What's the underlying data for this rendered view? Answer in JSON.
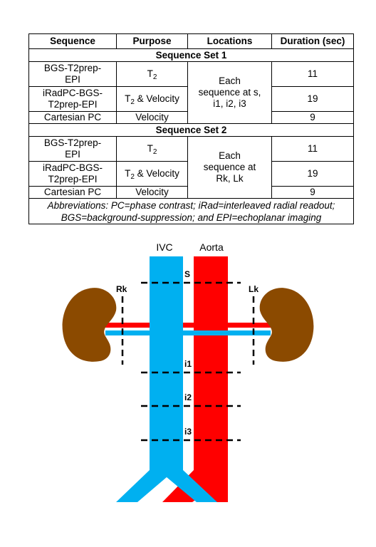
{
  "table": {
    "headers": [
      "Sequence",
      "Purpose",
      "Locations",
      "Duration (sec)"
    ],
    "sets": [
      {
        "title": "Sequence Set 1",
        "locations_lines": [
          "Each",
          "sequence at s,",
          "i1, i2, i3"
        ],
        "rows": [
          {
            "sequence_lines": [
              "BGS-T2prep-",
              "EPI"
            ],
            "purpose_main": "T",
            "purpose_sub": "2",
            "purpose_suffix": "",
            "duration": "11"
          },
          {
            "sequence_lines": [
              "iRadPC-BGS-",
              "T2prep-EPI"
            ],
            "purpose_main": "T",
            "purpose_sub": "2",
            "purpose_suffix": " & Velocity",
            "duration": "19"
          },
          {
            "sequence_lines": [
              "Cartesian PC"
            ],
            "purpose_main": "Velocity",
            "purpose_sub": "",
            "purpose_suffix": "",
            "duration": "9"
          }
        ]
      },
      {
        "title": "Sequence Set 2",
        "locations_lines": [
          "Each",
          "sequence at",
          "Rk, Lk"
        ],
        "rows": [
          {
            "sequence_lines": [
              "BGS-T2prep-",
              "EPI"
            ],
            "purpose_main": "T",
            "purpose_sub": "2",
            "purpose_suffix": "",
            "duration": "11"
          },
          {
            "sequence_lines": [
              "iRadPC-BGS-",
              "T2prep-EPI"
            ],
            "purpose_main": "T",
            "purpose_sub": "2",
            "purpose_suffix": " & Velocity",
            "duration": "19"
          },
          {
            "sequence_lines": [
              "Cartesian PC"
            ],
            "purpose_main": "Velocity",
            "purpose_sub": "",
            "purpose_suffix": "",
            "duration": "9"
          }
        ]
      }
    ],
    "abbreviations_lines": [
      "Abbreviations: PC=phase contrast; iRad=interleaved radial readout;",
      "BGS=background-suppression; and EPI=echoplanar imaging"
    ]
  },
  "diagram": {
    "vessel_labels": {
      "ivc": "IVC",
      "aorta": "Aorta"
    },
    "slice_labels": {
      "s": "S",
      "i1": "i1",
      "i2": "i2",
      "i3": "i3",
      "rk": "Rk",
      "lk": "Lk"
    },
    "colors": {
      "ivc": "#00B0F0",
      "aorta": "#FF0000",
      "kidney": "#8B4A00",
      "slice_line": "#000000"
    }
  }
}
